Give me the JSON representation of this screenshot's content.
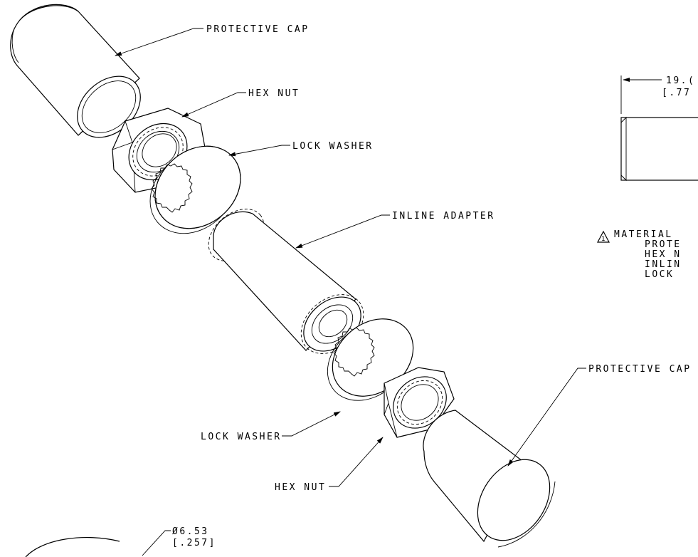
{
  "callouts": {
    "protective_cap_top": "PROTECTIVE CAP",
    "hex_nut_top": "HEX NUT",
    "lock_washer_top": "LOCK WASHER",
    "inline_adapter": "INLINE ADAPTER",
    "protective_cap_bottom": "PROTECTIVE CAP",
    "lock_washer_bottom": "LOCK WASHER",
    "hex_nut_bottom": "HEX NUT"
  },
  "dimensions": {
    "length_mm": "19.(",
    "length_in": "[.77",
    "diameter_mm": "Ø6.53",
    "diameter_in": "[.257]"
  },
  "note": {
    "flag_number": "1",
    "title": "MATERIAL",
    "lines": [
      "PROTE",
      "HEX N",
      "INLIN",
      "LOCK"
    ]
  }
}
